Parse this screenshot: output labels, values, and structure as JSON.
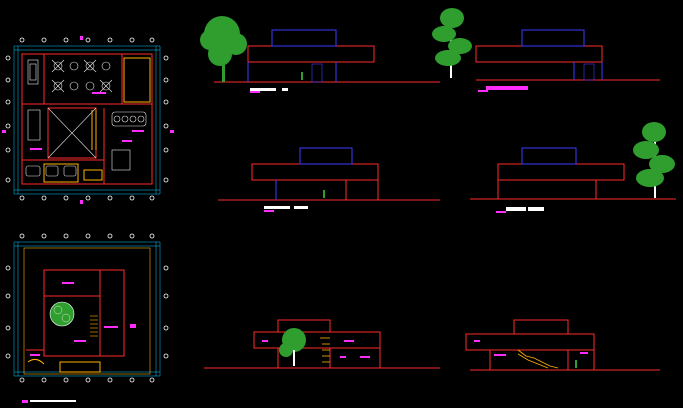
{
  "drawing": {
    "background": "#000000",
    "colors": {
      "wall": "#ff2a2a",
      "roof": "#3b3bff",
      "label": "#ff2cff",
      "tree": "#2f9e2f",
      "tree_outline": "#ffffff",
      "grid": "#00c8ff",
      "furniture": "#e6e6e6",
      "timber": "#ffb000",
      "axis_bubble": "#ffffff"
    },
    "sheets": [
      {
        "id": "ground-floor-plan",
        "kind": "plan",
        "title": ""
      },
      {
        "id": "roof-plan",
        "kind": "plan",
        "title": ""
      },
      {
        "id": "elevation-front",
        "kind": "elevation",
        "title": ""
      },
      {
        "id": "elevation-rear",
        "kind": "elevation",
        "title": ""
      },
      {
        "id": "elevation-left",
        "kind": "elevation",
        "title": ""
      },
      {
        "id": "elevation-right",
        "kind": "elevation",
        "title": ""
      },
      {
        "id": "section-a",
        "kind": "section",
        "title": ""
      },
      {
        "id": "section-b",
        "kind": "section",
        "title": ""
      }
    ],
    "icons": [
      "tree-icon",
      "conifer-tree-icon",
      "human-figure-icon",
      "axis-bubble-icon",
      "stair-icon"
    ]
  }
}
